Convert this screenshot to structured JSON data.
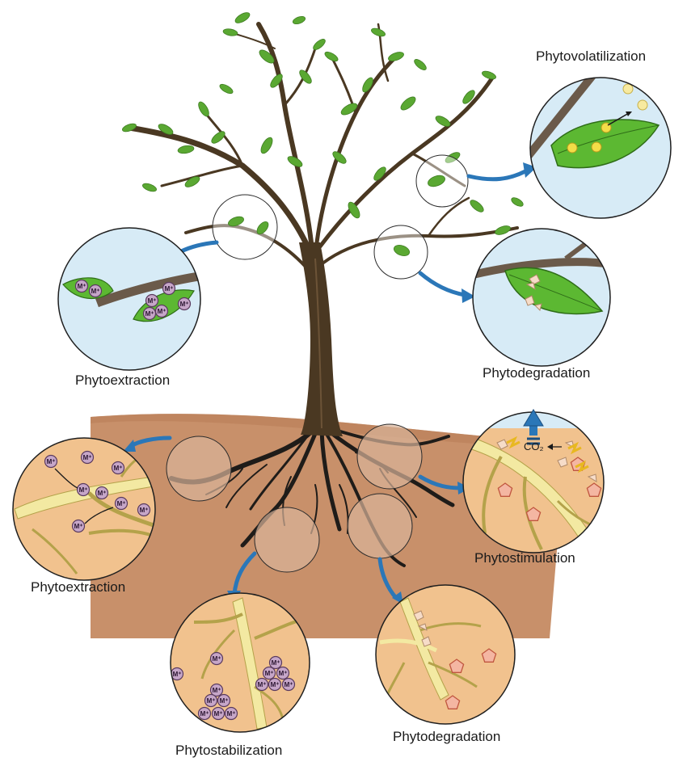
{
  "labels": {
    "phytovolatilization": "Phytovolatilization",
    "phytoextraction_leaf": "Phytoextraction",
    "phytodegradation_leaf": "Phytodegradation",
    "phytoextraction_root": "Phytoextraction",
    "phytostimulation": "Phytostimulation",
    "phytostabilization": "Phytostabilization",
    "phytodegradation_root": "Phytodegradation"
  },
  "glyphs": {
    "metal_ion": "M⁺",
    "co2": "CO₂"
  },
  "colors": {
    "soil": "#c8906a",
    "trunk": "#4a3822",
    "leaf": "#5aa832",
    "inset_sky": "#d7ebf6",
    "inset_soil": "#f1c28e",
    "arrow": "#2b77b8",
    "metal_ion": "#c6a6c8",
    "root": "#f3e9a2",
    "pollutant": "#f4b6a2"
  }
}
